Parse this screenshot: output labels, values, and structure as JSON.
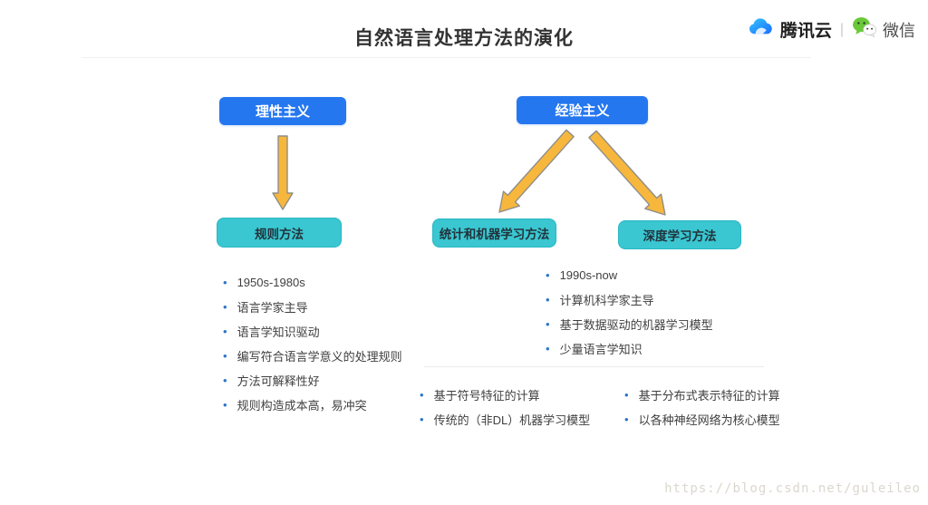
{
  "page": {
    "title": "自然语言处理方法的演化",
    "watermark": "https://blog.csdn.net/guleileo"
  },
  "brand": {
    "tencent_cloud": "腾讯云",
    "separator": "|",
    "wechat": "微信"
  },
  "colors": {
    "node_blue": "#2577f0",
    "node_teal": "#3ac7d1",
    "arrow_gold": "#f6b73c",
    "bullet_blue": "#2e75c8",
    "title_text": "#333333"
  },
  "nodes": {
    "rationalism": "理性主义",
    "empiricism": "经验主义",
    "rule_method": "规则方法",
    "stat_ml_method": "统计和机器学习方法",
    "deep_learning_method": "深度学习方法"
  },
  "lists": {
    "rule": [
      "1950s-1980s",
      "语言学家主导",
      "语言学知识驱动",
      "编写符合语言学意义的处理规则",
      "方法可解释性好",
      "规则构造成本高，易冲突"
    ],
    "empiricism_common": [
      "1990s-now",
      "计算机科学家主导",
      "基于数据驱动的机器学习模型",
      "少量语言学知识"
    ],
    "stat_ml": [
      "基于符号特征的计算",
      "传统的（非DL）机器学习模型"
    ],
    "deep_learning": [
      "基于分布式表示特征的计算",
      "以各种神经网络为核心模型"
    ]
  }
}
